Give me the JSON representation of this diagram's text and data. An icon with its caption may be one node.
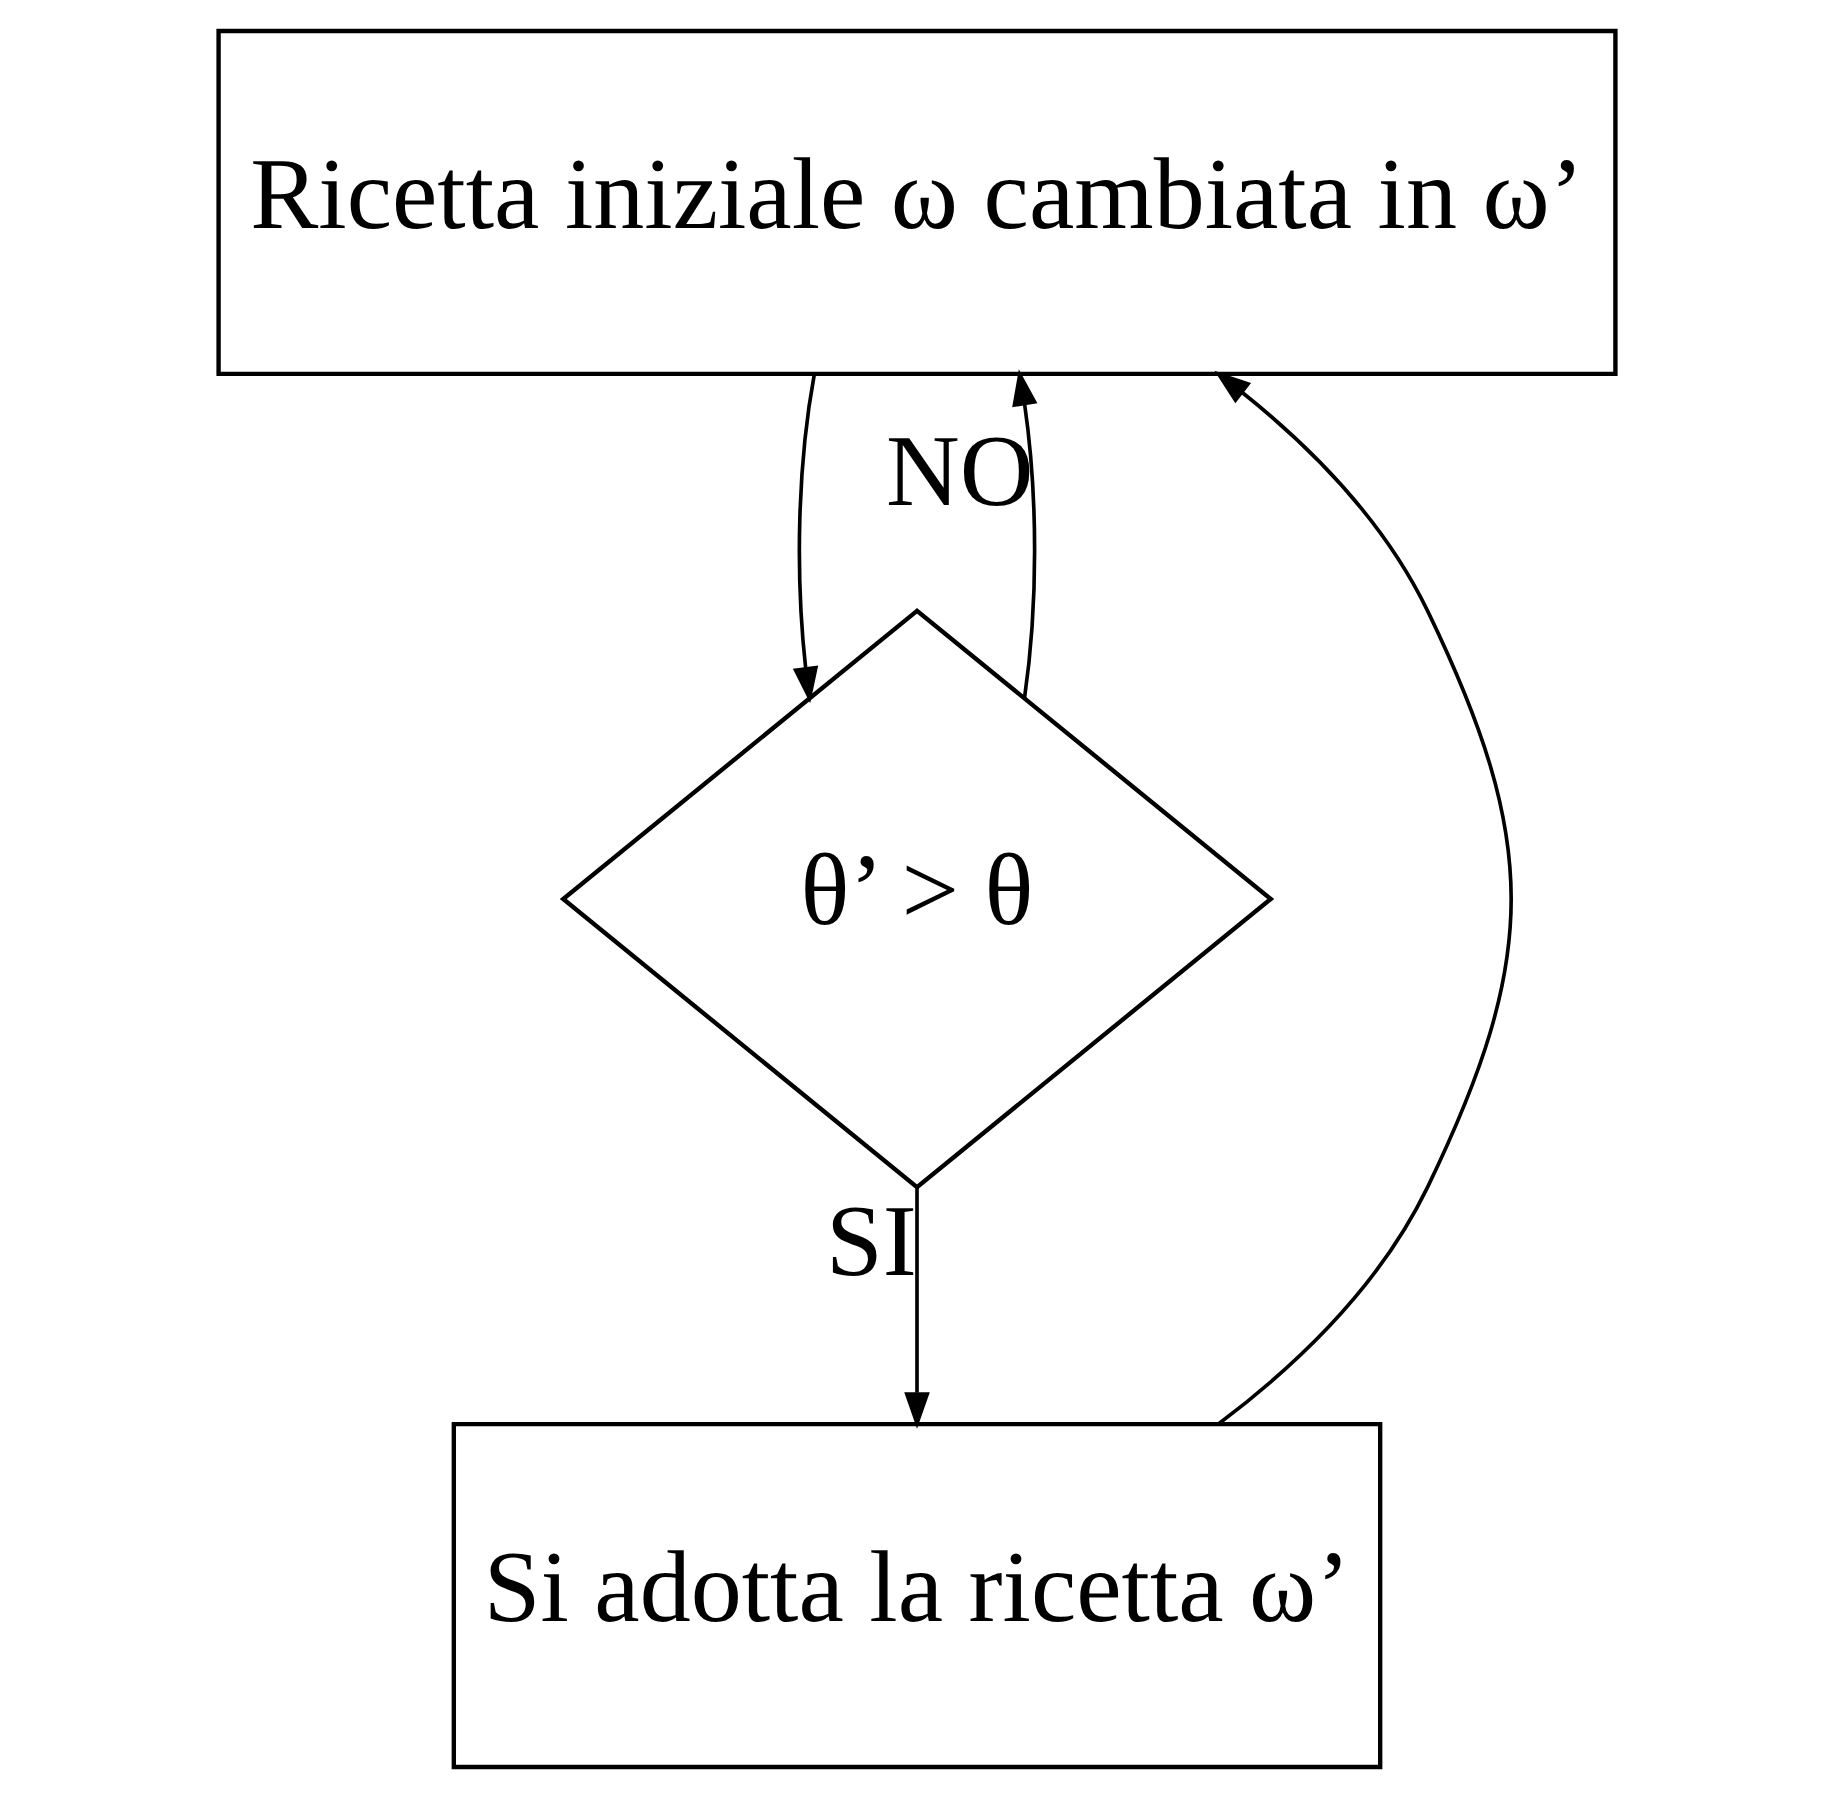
{
  "diagram": {
    "nodes": [
      {
        "text": [
          "Ricetta iniziale ω cambiata in ω’"
        ]
      },
      {
        "text": [
          "θ’ > θ"
        ]
      },
      {
        "text": [
          "Si adotta la ricetta ω’"
        ]
      }
    ],
    "edges": [
      {
        "from": 0,
        "to": 1,
        "arrow": "to"
      },
      {
        "from": 1,
        "to": 2,
        "arrow": "to",
        "label": "SI"
      },
      {
        "from": 1,
        "to": 0,
        "arrow": "to",
        "label": "NO"
      },
      {
        "from": 2,
        "to": 0,
        "arrow": "to"
      }
    ]
  }
}
